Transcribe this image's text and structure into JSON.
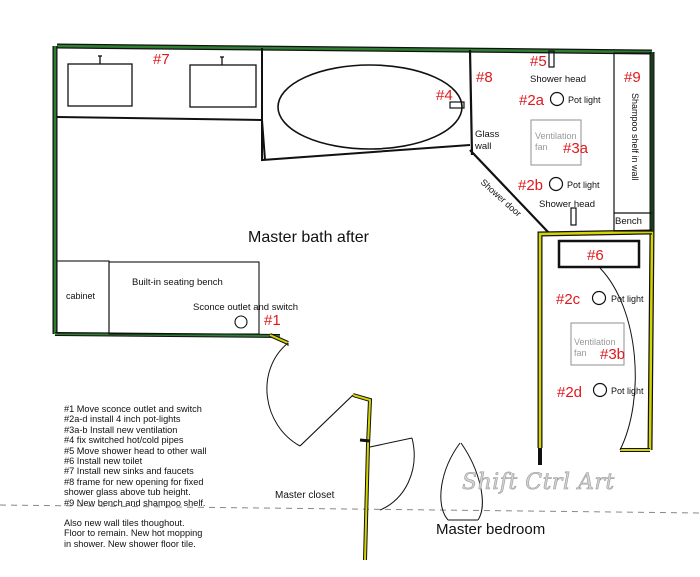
{
  "rooms": {
    "main_title": "Master bath after",
    "closet": "Master closet",
    "bedroom": "Master bedroom"
  },
  "labels": {
    "cabinet": "cabinet",
    "bench": "Built-in seating bench",
    "sconce": "Sconce outlet and switch",
    "glass_wall_1": "Glass",
    "glass_wall_2": "wall",
    "shower_door": "Shower door",
    "shower_head_top": "Shower head",
    "shower_head_bottom": "Shower head",
    "shampoo_shelf": "Shampoo shelf in wall",
    "bench_small": "Bench",
    "ventilation_1": "Ventilation",
    "fan_1": "fan",
    "ventilation_2": "Ventilation",
    "fan_2": "fan",
    "pot_light": "Pot light"
  },
  "markers": {
    "m1": "#1",
    "m2a": "#2a",
    "m2b": "#2b",
    "m2c": "#2c",
    "m2d": "#2d",
    "m3a": "#3a",
    "m3b": "#3b",
    "m4": "#4",
    "m5": "#5",
    "m6": "#6",
    "m7": "#7",
    "m8": "#8",
    "m9": "#9"
  },
  "notes": [
    "#1 Move sconce outlet and switch",
    "#2a-d install 4 inch pot-lights",
    "#3a-b Install new ventilation",
    "#4 fix switched hot/cold pipes",
    "#5 Move shower head to other wall",
    "#6 Install new toilet",
    "#7 Install new sinks and faucets",
    "#8 frame for new opening for fixed",
    "shower glass above tub height.",
    "#9 New bench and shampoo shelf."
  ],
  "footer_notes": [
    "Also new wall tiles thoughout.",
    "Floor to remain. New hot mopping",
    "in shower. New shower floor tile."
  ],
  "watermark": "Shift Ctrl Art",
  "colors": {
    "wall_green": "#2e7d32",
    "wall_yellow": "#d4d400",
    "marker_red": "#e0191d",
    "line": "#111111"
  }
}
